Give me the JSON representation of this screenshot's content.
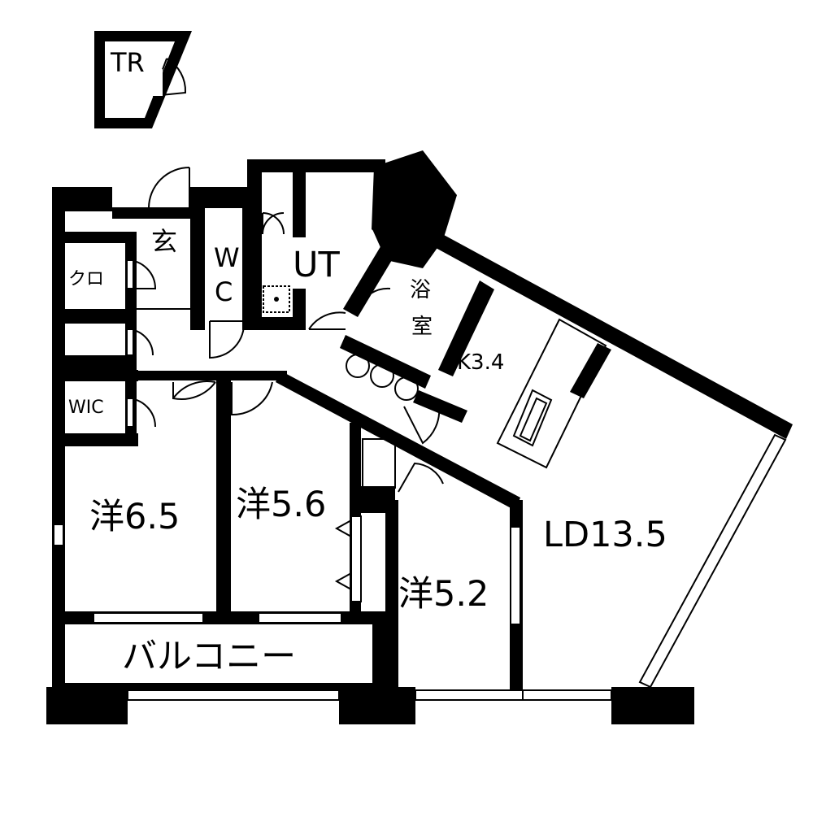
{
  "rooms": {
    "trunk_room": "TR",
    "entrance": "玄",
    "closet": "クロ",
    "walk_in_closet": "WIC",
    "toilet_w": "W",
    "toilet_c": "C",
    "utility": "UT",
    "bath_1": "浴",
    "bath_2": "室",
    "kitchen": "K3.4",
    "living_dining": "LD13.5",
    "western_room_1": "洋6.5",
    "western_room_2": "洋5.6",
    "western_room_3": "洋5.2",
    "balcony": "バルコニー"
  },
  "colors": {
    "wall": "#000000",
    "background": "#ffffff",
    "line": "#000000"
  }
}
